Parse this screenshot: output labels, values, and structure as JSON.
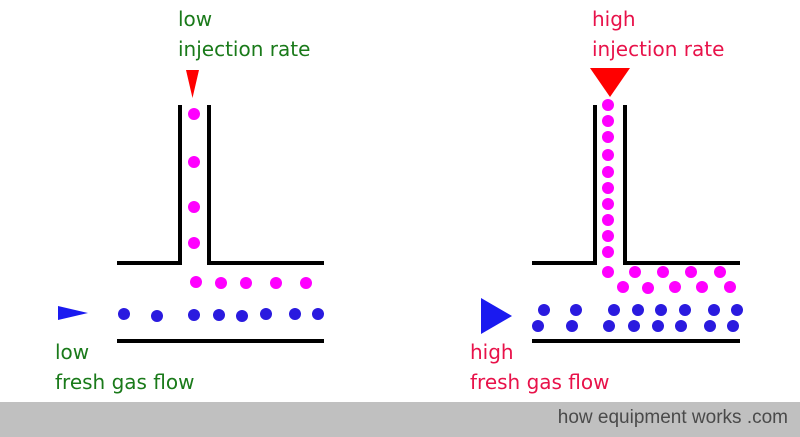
{
  "panels": {
    "left": {
      "injection_label": [
        "low",
        "injection rate"
      ],
      "flow_label": [
        "low",
        "fresh gas flow"
      ]
    },
    "right": {
      "injection_label": [
        "high",
        "injection rate"
      ],
      "flow_label": [
        "high",
        "fresh gas flow"
      ]
    }
  },
  "colors": {
    "low_text": "#1a7a1a",
    "high_text": "#e8124a",
    "injected_particle": "#ff00ff",
    "fresh_gas_particle": "#2a1adf",
    "injection_arrow": "#ff0000",
    "flow_arrow": "#1a1af0",
    "pipe_wall": "#000000"
  },
  "footer": {
    "credit": "how equipment works .com"
  }
}
